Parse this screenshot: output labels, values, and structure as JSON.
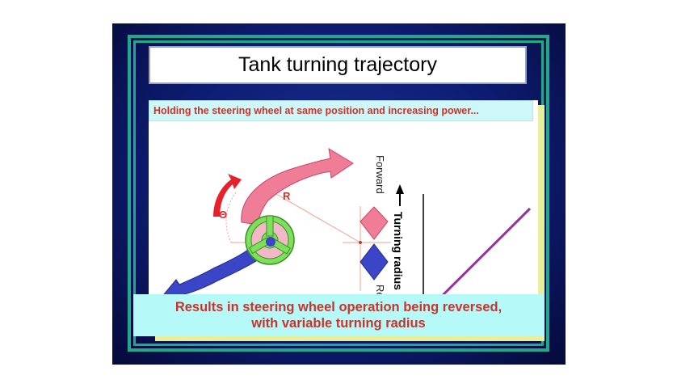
{
  "slide": {
    "title": "Tank turning trajectory",
    "subtitle": "Holding the steering wheel at same position and increasing power...",
    "footer_line1": "Results in steering wheel operation being reversed,",
    "footer_line2": "with variable turning radius"
  },
  "diagram": {
    "theta_label": "Θ",
    "radius_label": "R",
    "forward_label": "Forward",
    "reverse_label": "Reverse",
    "y_axis_label": "Turning radius"
  },
  "colors": {
    "forward_arrow": "#f07d98",
    "reverse_arrow": "#3a45c8",
    "wheel": "#7ee05a",
    "rotation_arrow": "#e8202a",
    "graph_line": "#9b2f9b",
    "title_text": "#000000",
    "accent_text": "#c8342c"
  }
}
